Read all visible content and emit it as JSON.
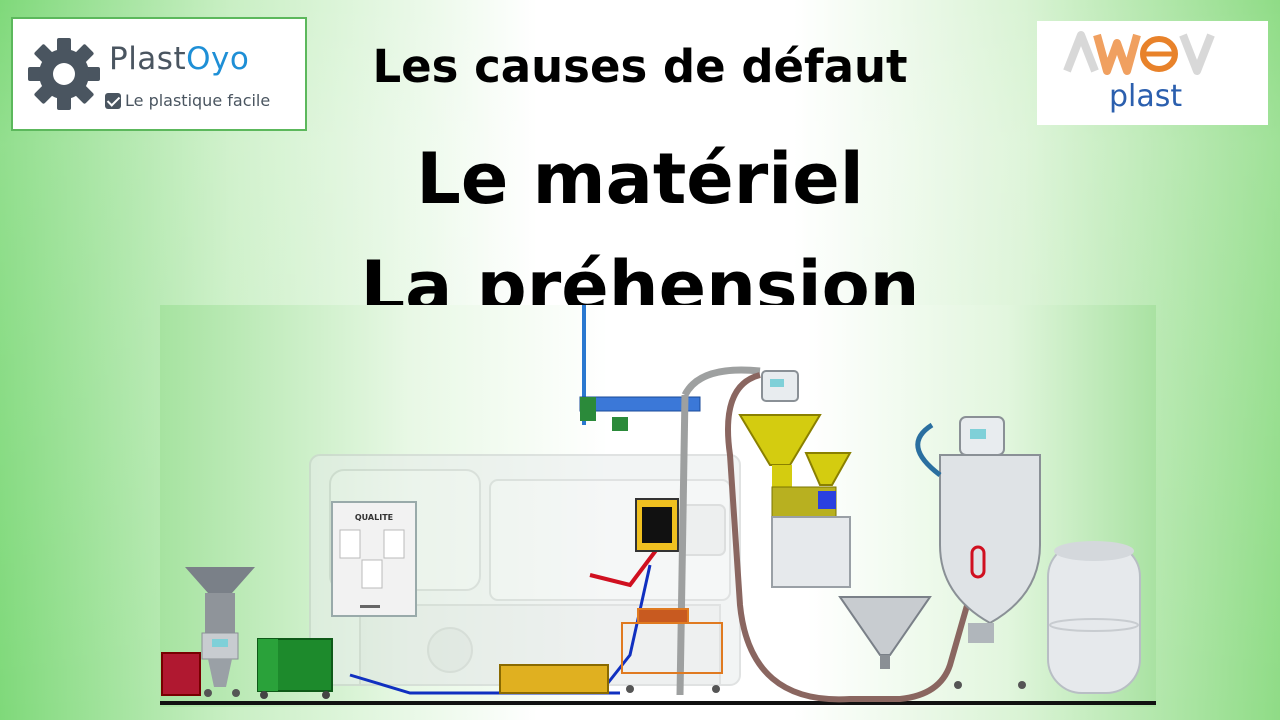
{
  "logo_left": {
    "brand_part1": "Plast",
    "brand_part2": "Oyo",
    "tagline": "Le plastique facile",
    "icon": "gear-icon",
    "colors": {
      "text": "#4a5560",
      "accent": "#1e8fd6",
      "border": "#5cb85c"
    }
  },
  "logo_right": {
    "wordmark": "plast",
    "colors": {
      "accent": "#e8822a",
      "text": "#2b5fae"
    }
  },
  "heading": {
    "subtitle": "Les causes de défaut",
    "line1": "Le matériel",
    "line2": "La préhension"
  },
  "illustration": {
    "label_quality": "QUALITE"
  }
}
